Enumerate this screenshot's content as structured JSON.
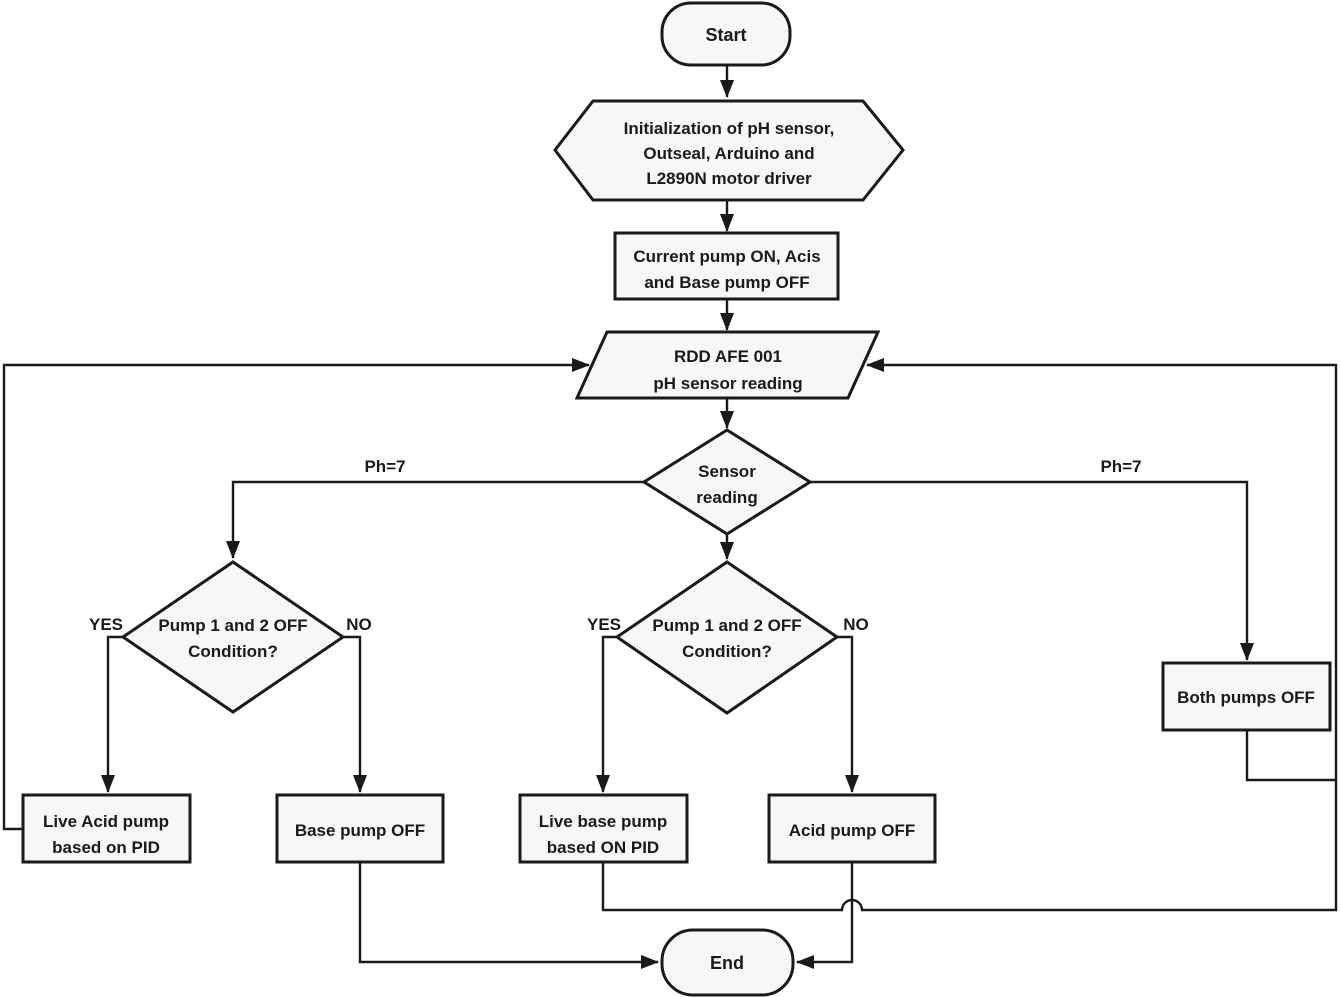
{
  "flowchart": {
    "nodes": {
      "start": {
        "label": "Start"
      },
      "init": {
        "lines": [
          "Initialization of pH sensor,",
          "Outseal, Arduino and",
          "L2890N motor driver"
        ]
      },
      "current_pump": {
        "lines": [
          "Current pump ON, Acis",
          "and Base pump OFF"
        ]
      },
      "sensor_reading_io": {
        "lines": [
          "RDD AFE 001",
          "pH sensor reading"
        ]
      },
      "sensor_decision": {
        "lines": [
          "Sensor",
          "reading"
        ]
      },
      "left_condition": {
        "lines": [
          "Pump 1 and 2 OFF",
          "Condition?"
        ]
      },
      "middle_condition": {
        "lines": [
          "Pump 1 and 2 OFF",
          "Condition?"
        ]
      },
      "both_pumps_off": {
        "label": "Both pumps OFF"
      },
      "live_acid_pump": {
        "lines": [
          "Live Acid pump",
          "based on PID"
        ]
      },
      "base_pump_off": {
        "label": "Base pump OFF"
      },
      "live_base_pump": {
        "lines": [
          "Live base pump",
          "based ON PID"
        ]
      },
      "acid_pump_off": {
        "label": "Acid pump OFF"
      },
      "end": {
        "label": "End"
      }
    },
    "edge_labels": {
      "ph7_left": "Ph=7",
      "ph7_right": "Ph=7",
      "yes_left": "YES",
      "no_left": "NO",
      "yes_middle": "YES",
      "no_middle": "NO"
    },
    "colors": {
      "line": "#1a1a1a",
      "shape_fill": "#f7f7f7",
      "text": "#1a1a1a",
      "background": "#ffffff"
    }
  }
}
